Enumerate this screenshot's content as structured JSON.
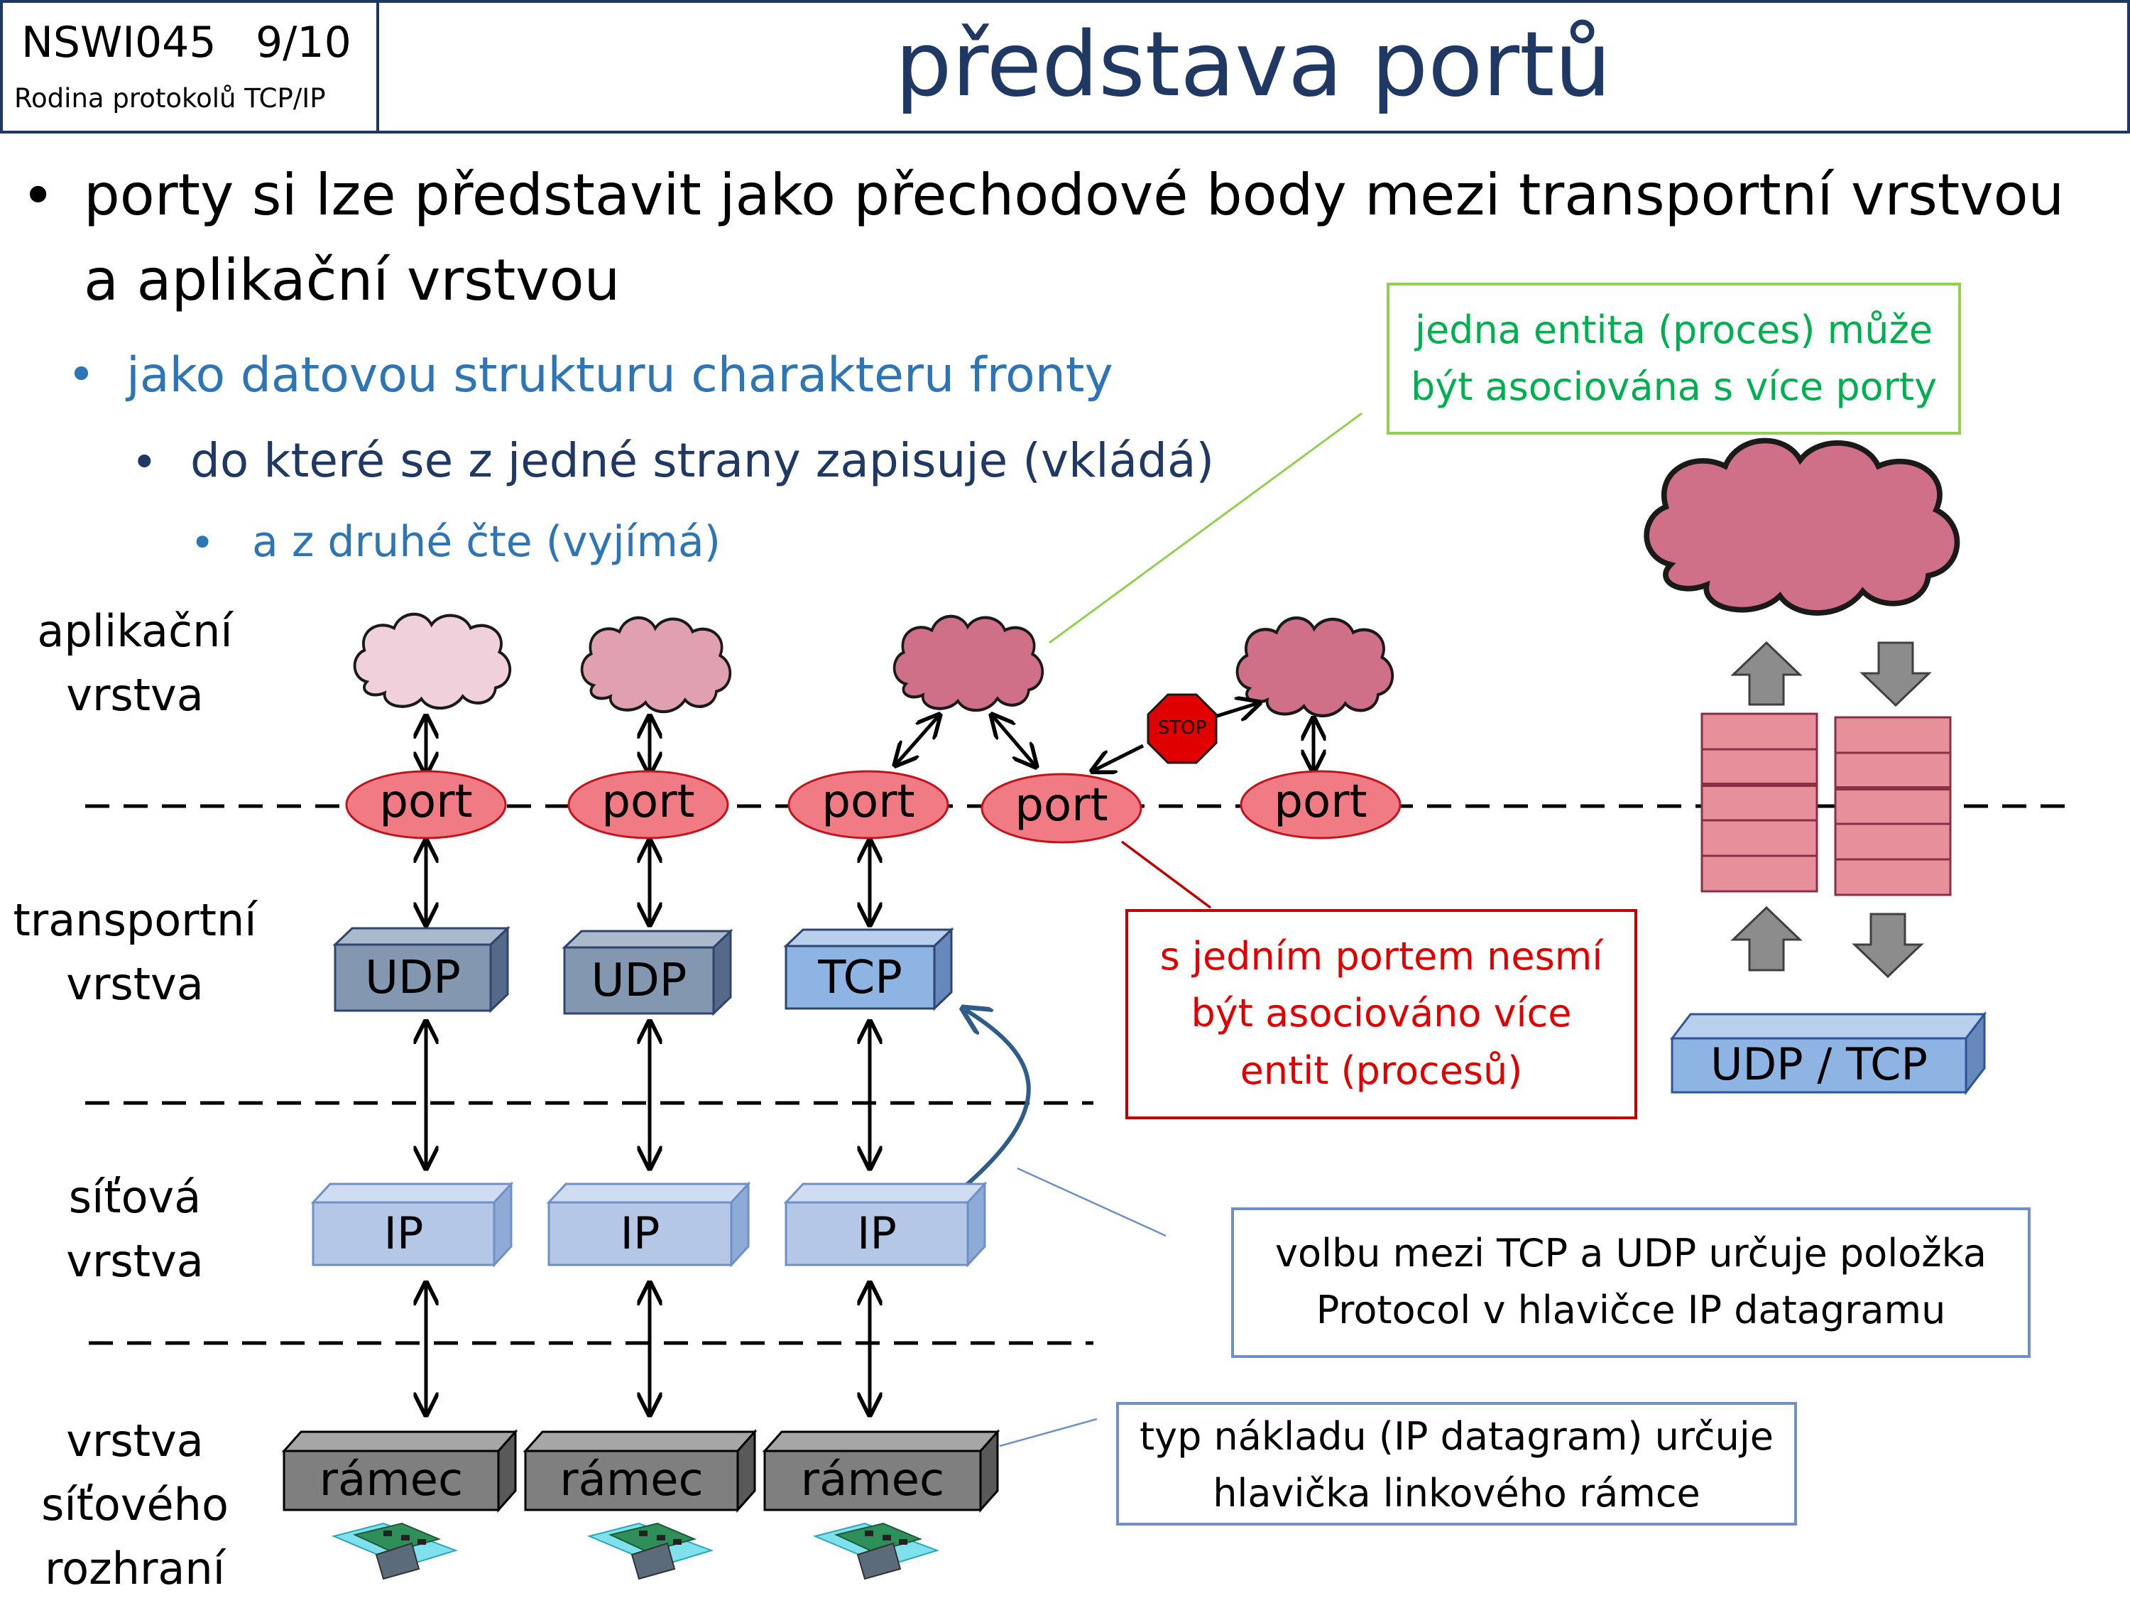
{
  "header": {
    "course_code": "NSWI045",
    "slide_number": "9/10",
    "course_subtitle": "Rodina protokolů TCP/IP",
    "title": "představa portů"
  },
  "bullets": [
    "porty si lze představit jako přechodové body mezi transportní vrstvou",
    "a aplikační vrstvou",
    "jako datovou strukturu charakteru fronty",
    "do které se z jedné strany zapisuje (vkládá)",
    "a z druhé čte (vyjímá)"
  ],
  "layers": {
    "app": [
      "aplikační",
      "vrstva"
    ],
    "transport": [
      "transportní",
      "vrstva"
    ],
    "network": [
      "síťová",
      "vrstva"
    ],
    "link": [
      "vrstva",
      "síťového",
      "rozhraní"
    ]
  },
  "port_label": "port",
  "stop_label": "STOP",
  "transport_boxes": [
    "UDP",
    "UDP",
    "TCP"
  ],
  "ip_label": "IP",
  "frame_label": "rámec",
  "queue_box_label": "UDP / TCP",
  "callouts": {
    "green": [
      "jedna entita (proces) může",
      "být asociována s více porty"
    ],
    "red": [
      "s jedním portem nesmí",
      "být asociováno více",
      "entit (procesů)"
    ],
    "protocol": [
      "volbu mezi TCP a UDP určuje položka",
      "Protocol v hlavičce IP datagramu"
    ],
    "payload": [
      "typ nákladu (IP datagram) určuje",
      "hlavička linkového rámce"
    ]
  },
  "colors": {
    "title": "#1f3864",
    "bullet2": "#2e75b6",
    "navy": "#1f3864",
    "green": "#00b050",
    "red": "#e00000",
    "port_fill": "#f07b84",
    "udp_fill": "#8497b0",
    "tcp_fill": "#8eb4e3",
    "ip_fill": "#b4c7e7",
    "frame_fill": "#7f7f7f",
    "queue_fill": "#e6909c",
    "cloud_light": "#f0d0da",
    "cloud_mid": "#e0a0b0",
    "cloud_dark": "#d07088"
  }
}
